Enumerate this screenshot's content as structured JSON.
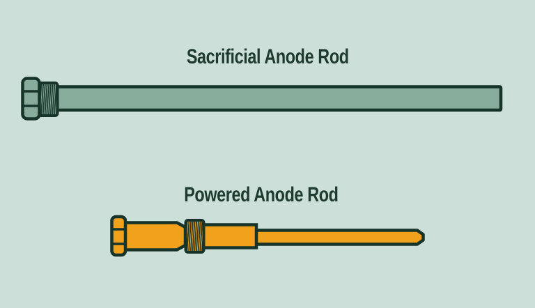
{
  "colors": {
    "background": "#cddfd9",
    "outline": "#17342b",
    "title_text": "#1d3a2f",
    "sacrificial_fill": "#87ac9b",
    "powered_fill": "#f2a11d"
  },
  "sections": [
    {
      "id": "sacrificial",
      "title": "Sacrificial Anode Rod"
    },
    {
      "id": "powered",
      "title": "Powered Anode Rod"
    }
  ]
}
